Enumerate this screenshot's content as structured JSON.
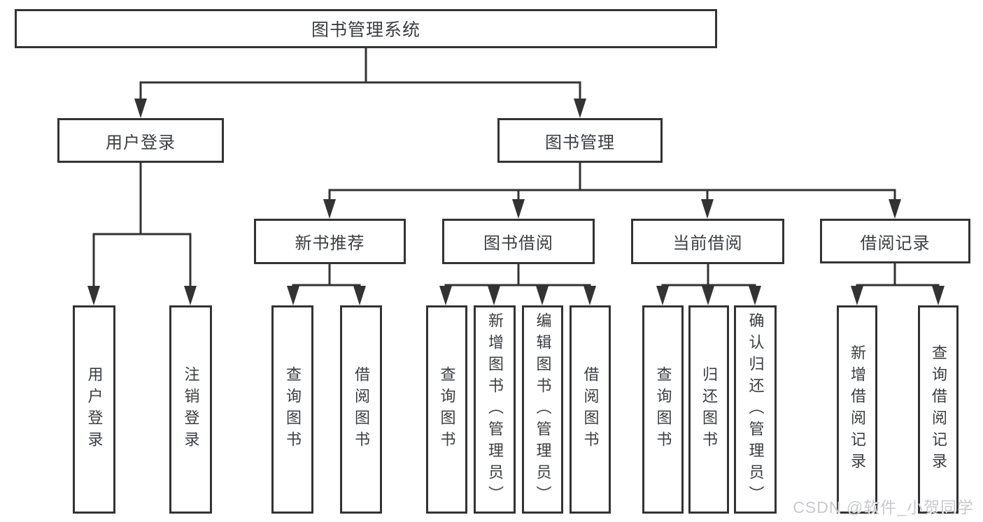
{
  "diagram": {
    "root": {
      "label": "图书管理系统"
    },
    "level2": [
      {
        "label": "用户登录"
      },
      {
        "label": "图书管理"
      }
    ],
    "level3": [
      {
        "label": "新书推荐"
      },
      {
        "label": "图书借阅"
      },
      {
        "label": "当前借阅"
      },
      {
        "label": "借阅记录"
      }
    ],
    "leaves": [
      {
        "label": "用户登录"
      },
      {
        "label": "注销登录"
      },
      {
        "label": "查询图书"
      },
      {
        "label": "借阅图书"
      },
      {
        "label": "查询图书"
      },
      {
        "label": "新增图书（管理员）"
      },
      {
        "label": "编辑图书（管理员）"
      },
      {
        "label": "借阅图书"
      },
      {
        "label": "查询图书"
      },
      {
        "label": "归还图书"
      },
      {
        "label": "确认归还（管理员）"
      },
      {
        "label": "新增借阅记录"
      },
      {
        "label": "查询借阅记录"
      }
    ]
  },
  "watermark": {
    "text": "CSDN @软件_小贺同学"
  },
  "colors": {
    "line": "#333333",
    "node_border": "#333333",
    "label_text": "#3a3d42",
    "watermark_text": "#c9cacf",
    "background": "#ffffff"
  }
}
